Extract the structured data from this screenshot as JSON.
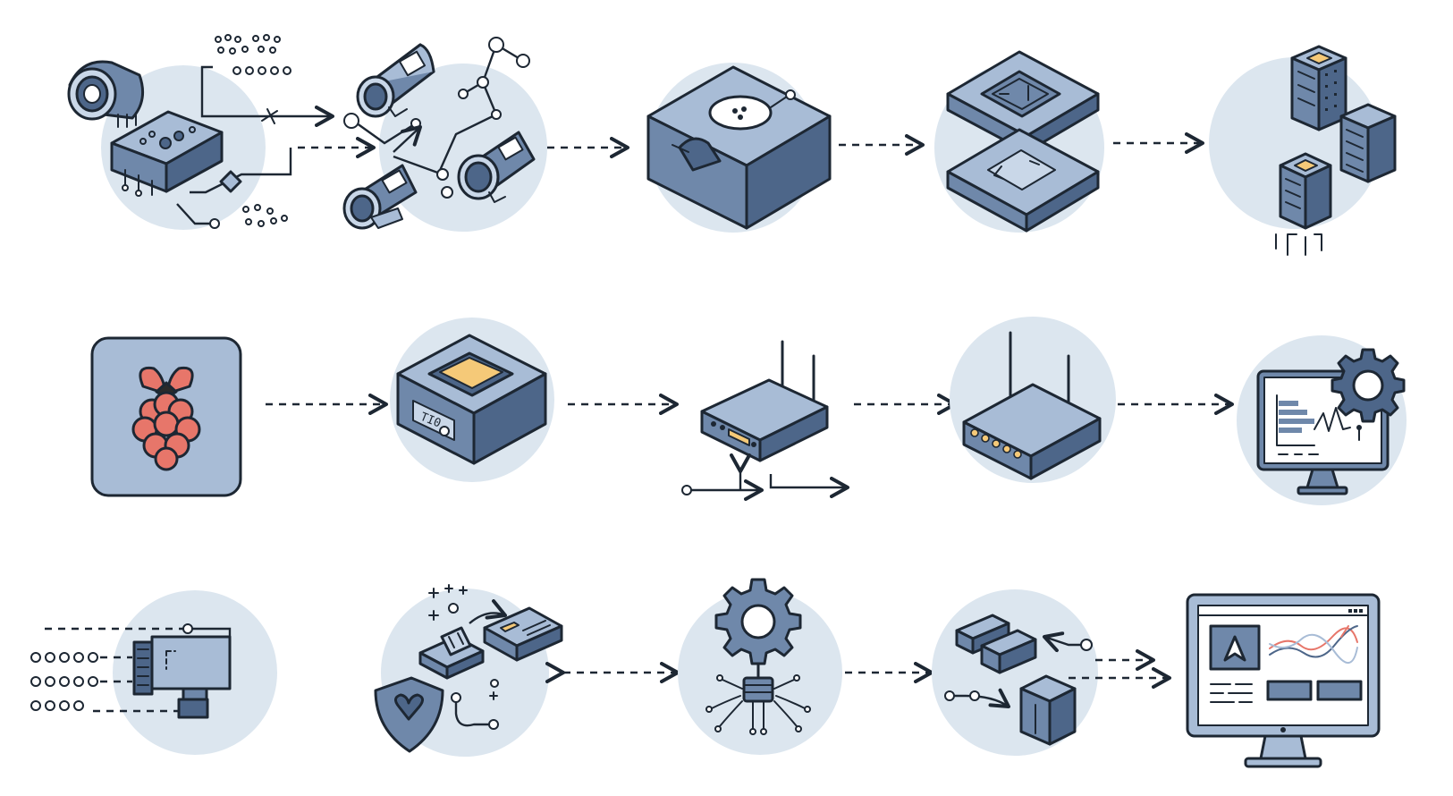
{
  "diagram": {
    "rows": [
      {
        "id": "row-1",
        "nodes": [
          "camera-sensor-board",
          "camera-cluster",
          "processing-block",
          "layered-platform",
          "server-towers"
        ]
      },
      {
        "id": "row-2",
        "nodes": [
          "raspberry-pi",
          "edge-compute-box",
          "wireless-router",
          "network-switch",
          "dashboard-monitor"
        ]
      },
      {
        "id": "row-3",
        "nodes": [
          "sensor-actuator",
          "secure-devices",
          "robot-gear-arm",
          "modules-storage",
          "analytics-display"
        ]
      }
    ],
    "colors": {
      "circle_background": "#dce6ef",
      "device_body": "#6f88aa",
      "device_top": "#a8bcd6",
      "device_shadow": "#4d6689",
      "accent_amber": "#f5c978",
      "accent_red": "#e7766a",
      "line": "#1d2733"
    },
    "device_label": "TI0"
  }
}
